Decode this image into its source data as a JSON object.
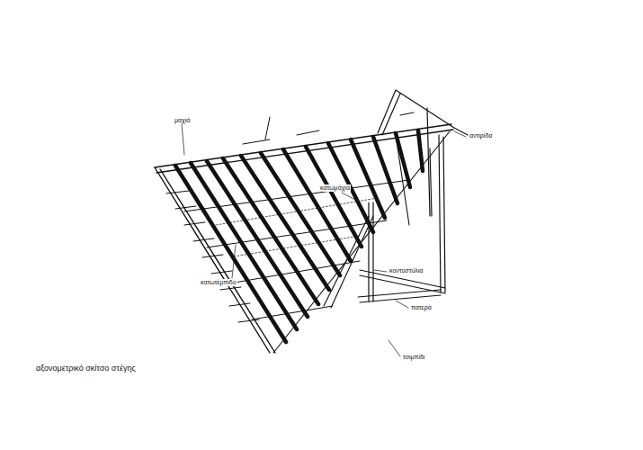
{
  "diagram": {
    "caption": "αξονομετρικό σκίτσο στέγης",
    "labels": [
      "μαχιά",
      "αντιρίδα",
      "κατωμάχια",
      "κατωτέμπιδο",
      "κοντοστύλια",
      "πατερά",
      "τσιμπίδι"
    ]
  }
}
